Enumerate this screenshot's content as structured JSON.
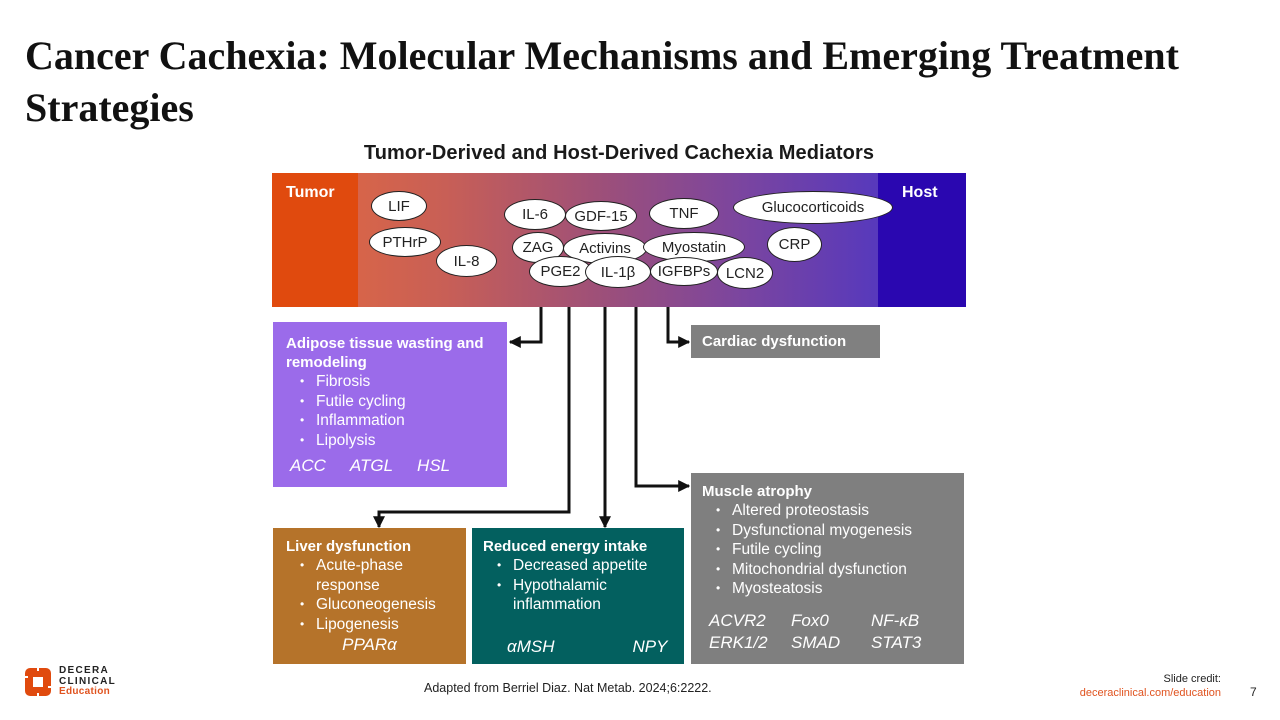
{
  "slide": {
    "title": "Cancer Cachexia: Molecular Mechanisms and Emerging Treatment Strategies",
    "page_number": "7"
  },
  "diagram": {
    "title": "Tumor-Derived and Host-Derived Cachexia Mediators",
    "tumor_label": "Tumor",
    "host_label": "Host",
    "colors": {
      "tumor": "#e04a0e",
      "host": "#2a07b0",
      "adipose": "#9b6bea",
      "cardiac": "#808080",
      "liver": "#b5732a",
      "energy": "#03605f",
      "muscle": "#7f7f7f"
    },
    "mediators": {
      "lif": "LIF",
      "pthrp": "PTHrP",
      "il8": "IL-8",
      "il6": "IL-6",
      "gdf15": "GDF-15",
      "tnf": "TNF",
      "glucocorticoids": "Glucocorticoids",
      "zag": "ZAG",
      "activins": "Activins",
      "myostatin": "Myostatin",
      "crp": "CRP",
      "pge2": "PGE2",
      "il1b": "IL-1β",
      "igfbps": "IGFBPs",
      "lcn2": "LCN2"
    },
    "effects": {
      "adipose": {
        "title": "Adipose tissue wasting and remodeling",
        "bullets": [
          "Fibrosis",
          "Futile cycling",
          "Inflammation",
          "Lipolysis"
        ],
        "genes": [
          "ACC",
          "ATGL",
          "HSL"
        ]
      },
      "cardiac": {
        "title": "Cardiac dysfunction"
      },
      "liver": {
        "title": "Liver dysfunction",
        "bullets": [
          "Acute-phase response",
          "Gluconeogenesis",
          "Lipogenesis"
        ],
        "genes": [
          "PPARα"
        ]
      },
      "energy": {
        "title": "Reduced energy intake",
        "bullets": [
          "Decreased appetite",
          "Hypothalamic inflammation"
        ],
        "genes": [
          "αMSH",
          "NPY"
        ]
      },
      "muscle": {
        "title": "Muscle atrophy",
        "bullets": [
          "Altered proteostasis",
          "Dysfunctional myogenesis",
          "Futile cycling",
          "Mitochondrial dysfunction",
          "Myosteatosis"
        ],
        "genes": [
          "ACVR2",
          "Fox0",
          "NF-κB",
          "ERK1/2",
          "SMAD",
          "STAT3"
        ]
      }
    }
  },
  "footer": {
    "citation": "Adapted from Berriel Diaz. Nat Metab. 2024;6:2222.",
    "credit_label": "Slide credit:",
    "credit_link": "deceraclinical.com/education",
    "logo_line1": "DECERA",
    "logo_line2": "CLINICAL",
    "logo_line3": "Education"
  }
}
